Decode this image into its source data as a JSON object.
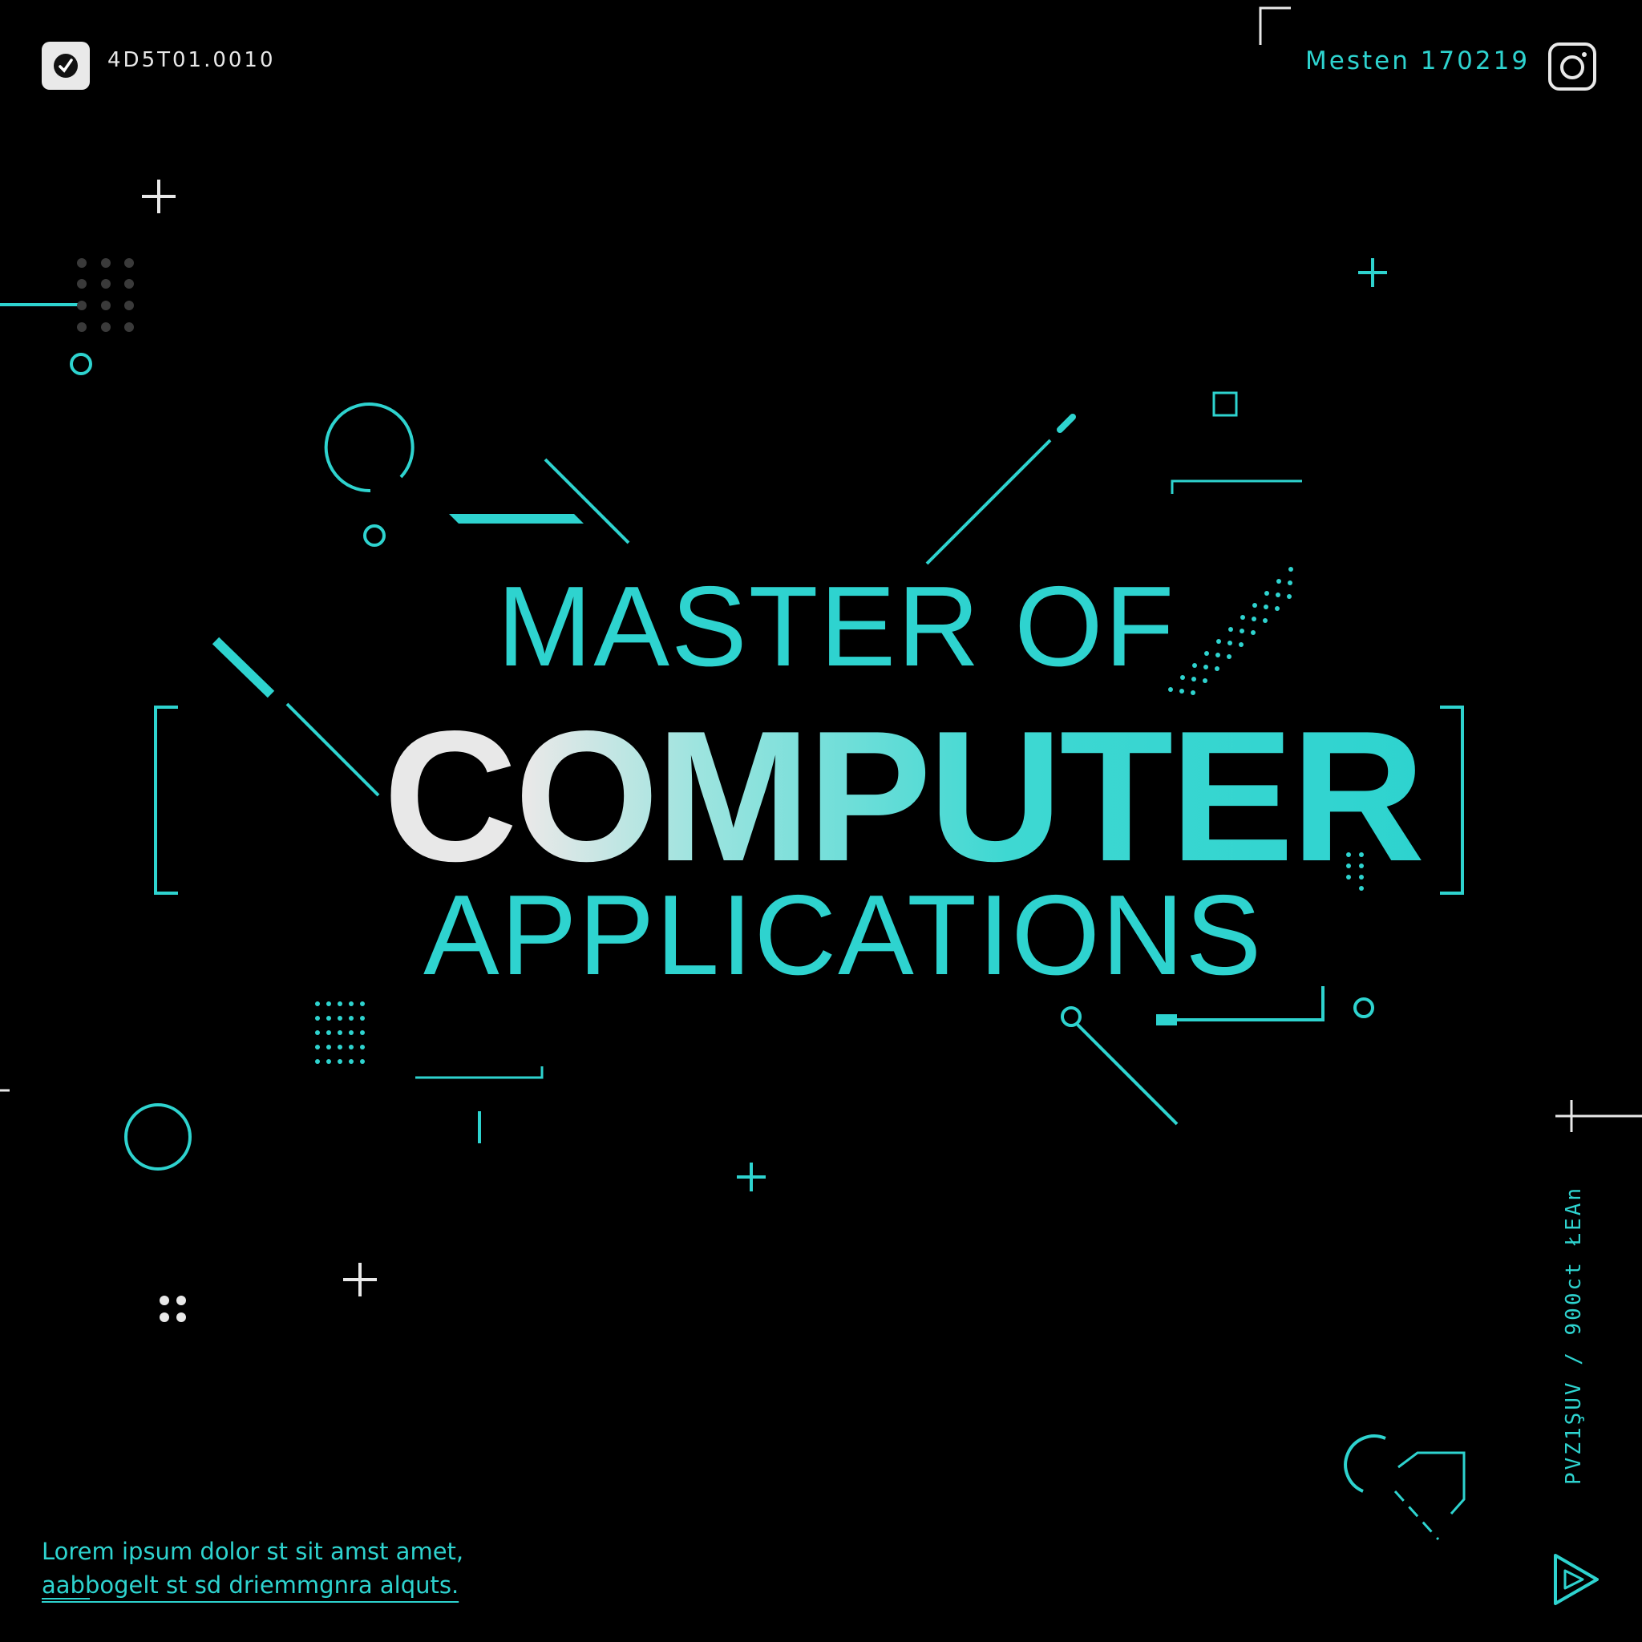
{
  "header": {
    "app_icon": "check-badge-icon",
    "code": "4D5T01.0010",
    "right_label": "Mesten 170219",
    "social_icon": "instagram-icon"
  },
  "headline": {
    "line1": "MASTER OF",
    "line2": "COMPUTER",
    "line3": "APPLICATIONS"
  },
  "footer": {
    "line1": "Lorem ipsum dolor st sit amst amet,",
    "line2": "aabbogelt st sd driemmgnra alquts.",
    "vertical_text": "PVZ1ŞUV / 900ct ŁEAn",
    "play_icon": "play-triangle-icon"
  },
  "colors": {
    "background": "#000000",
    "accent": "#2ed3cf",
    "light": "#e8e8e8",
    "dim_dots": "#3a3a3a"
  }
}
